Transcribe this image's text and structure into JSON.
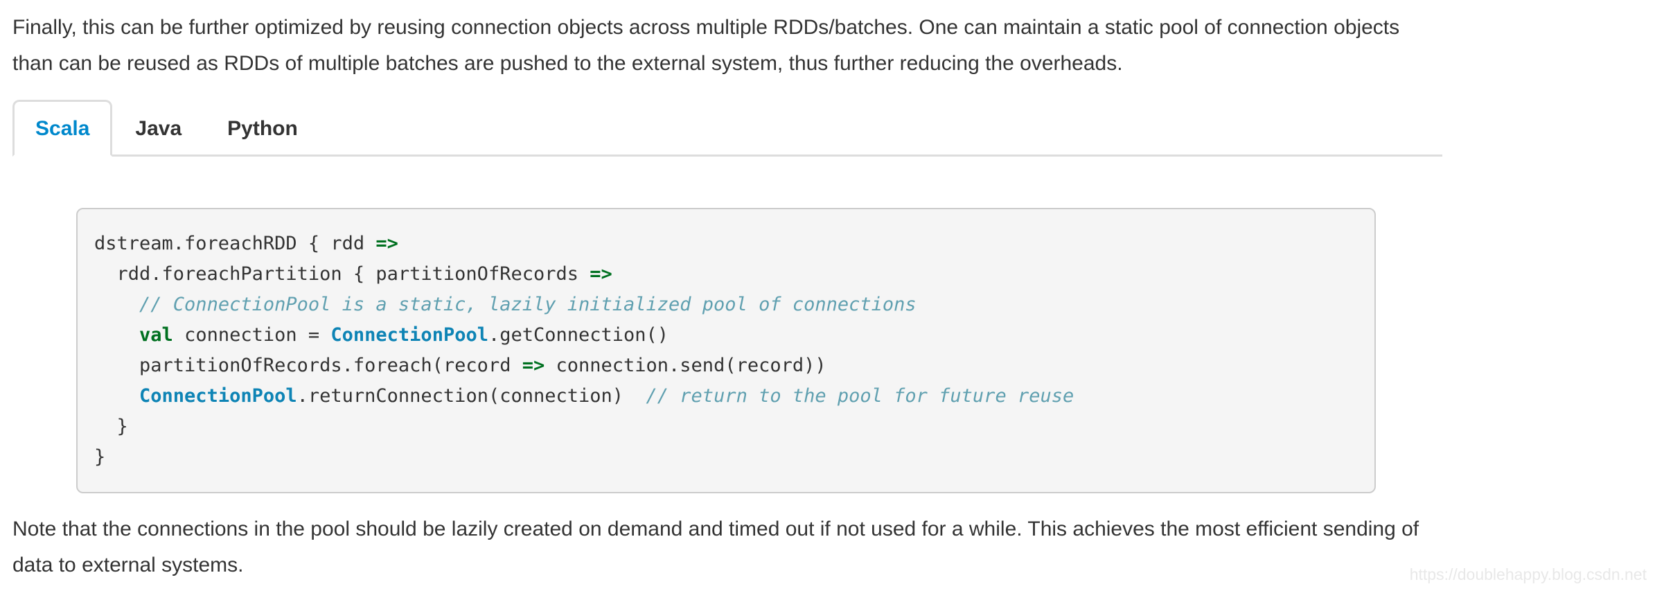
{
  "page": {
    "paragraph_top": "Finally, this can be further optimized by reusing connection objects across multiple RDDs/batches. One can maintain a static pool of connection objects than can be reused as RDDs of multiple batches are pushed to the external system, thus further reducing the overheads.",
    "paragraph_bottom": "Note that the connections in the pool should be lazily created on demand and timed out if not used for a while. This achieves the most efficient sending of data to external systems.",
    "watermark": "https://doublehappy.blog.csdn.net"
  },
  "tabs": [
    {
      "label": "Scala",
      "active": true
    },
    {
      "label": "Java",
      "active": false
    },
    {
      "label": "Python",
      "active": false
    }
  ],
  "colors": {
    "text": "#333333",
    "tab_active": "#0088cc",
    "tab_border": "#dddddd",
    "code_bg": "#f5f5f5",
    "code_border": "#cccccc",
    "keyword": "#007020",
    "class_name": "#0e84b5",
    "comment": "#60a0b0",
    "watermark": "#e8e8e8"
  },
  "code": {
    "language": "scala",
    "lines": [
      {
        "segments": [
          {
            "t": "dstream.foreachRDD { rdd ",
            "c": "plain"
          },
          {
            "t": "=>",
            "c": "keyword"
          }
        ]
      },
      {
        "segments": [
          {
            "t": "  rdd.foreachPartition { partitionOfRecords ",
            "c": "plain"
          },
          {
            "t": "=>",
            "c": "keyword"
          }
        ]
      },
      {
        "segments": [
          {
            "t": "    ",
            "c": "plain"
          },
          {
            "t": "// ConnectionPool is a static, lazily initialized pool of connections",
            "c": "comment"
          }
        ]
      },
      {
        "segments": [
          {
            "t": "    ",
            "c": "plain"
          },
          {
            "t": "val",
            "c": "keyword"
          },
          {
            "t": " connection = ",
            "c": "plain"
          },
          {
            "t": "ConnectionPool",
            "c": "class"
          },
          {
            "t": ".getConnection()",
            "c": "plain"
          }
        ]
      },
      {
        "segments": [
          {
            "t": "    partitionOfRecords.foreach(record ",
            "c": "plain"
          },
          {
            "t": "=>",
            "c": "keyword"
          },
          {
            "t": " connection.send(record))",
            "c": "plain"
          }
        ]
      },
      {
        "segments": [
          {
            "t": "    ",
            "c": "plain"
          },
          {
            "t": "ConnectionPool",
            "c": "class"
          },
          {
            "t": ".returnConnection(connection)  ",
            "c": "plain"
          },
          {
            "t": "// return to the pool for future reuse",
            "c": "comment"
          }
        ]
      },
      {
        "segments": [
          {
            "t": "  }",
            "c": "plain"
          }
        ]
      },
      {
        "segments": [
          {
            "t": "}",
            "c": "plain"
          }
        ]
      }
    ]
  }
}
